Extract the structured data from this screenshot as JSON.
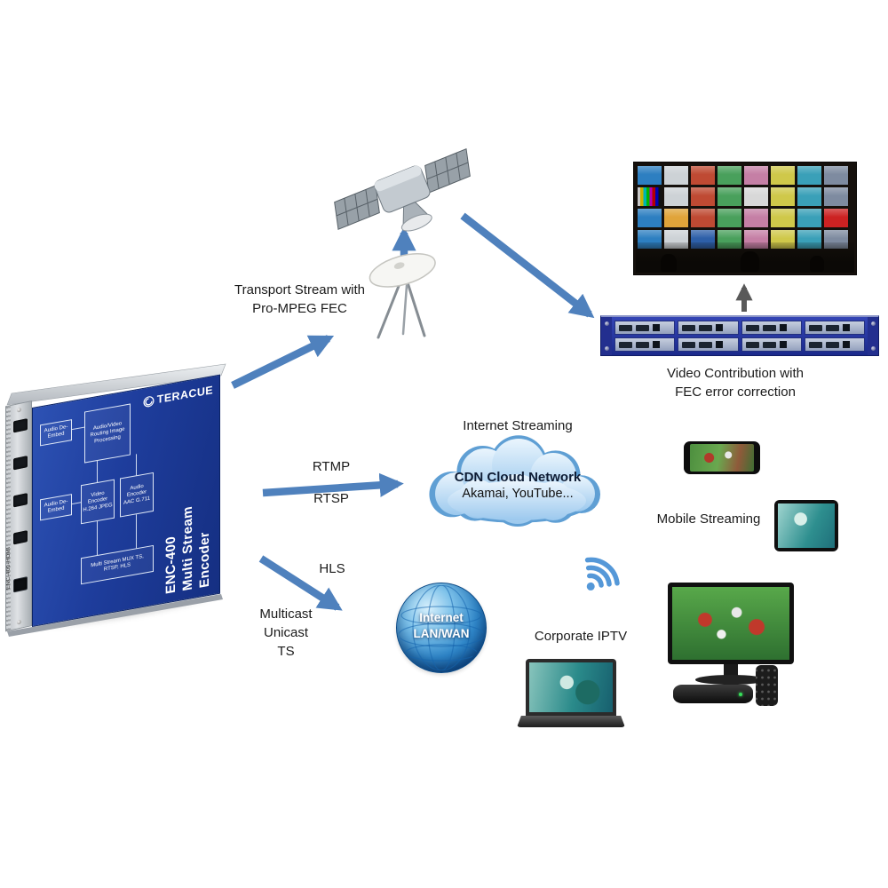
{
  "encoder": {
    "brand": "TERACUE",
    "model_line1": "ENC-400",
    "model_line2": "Multi Stream",
    "model_line3": "Encoder",
    "side_model": "ENC-400-HDMI",
    "blocks": {
      "audio_deembed_top": "Audio De-Embed",
      "routing": "Audio/Video Routing Image Processing",
      "audio_deembed_bottom": "Audio De-Embed",
      "video_encoder": "Video Encoder H.264 JPEG",
      "audio_encoder": "Audio Encoder AAC G.711",
      "mux": "Multi Stream MUX TS, RTSP, HLS"
    }
  },
  "satellite_path": {
    "transport_label_line1": "Transport Stream with",
    "transport_label_line2": "Pro-MPEG FEC",
    "contribution_caption_line1": "Video Contribution with",
    "contribution_caption_line2": "FEC error correction"
  },
  "internet_path": {
    "heading": "Internet Streaming",
    "protocol_rtmp": "RTMP",
    "protocol_rtsp": "RTSP",
    "cloud_title": "CDN Cloud Network",
    "cloud_subtitle": "Akamai, YouTube...",
    "mobile_label": "Mobile Streaming"
  },
  "lan_path": {
    "protocol_hls": "HLS",
    "protocol_multicast": "Multicast",
    "protocol_unicast": "Unicast",
    "protocol_ts": "TS",
    "globe_line1": "Internet",
    "globe_line2": "LAN/WAN",
    "iptv_label": "Corporate IPTV"
  },
  "colors": {
    "arrow_blue": "#4f81bd",
    "arrow_gray": "#595959",
    "encoder_blue": "#1e3d9c",
    "rack_blue": "#27389f",
    "cloud_blue": "#9cc9ee"
  }
}
